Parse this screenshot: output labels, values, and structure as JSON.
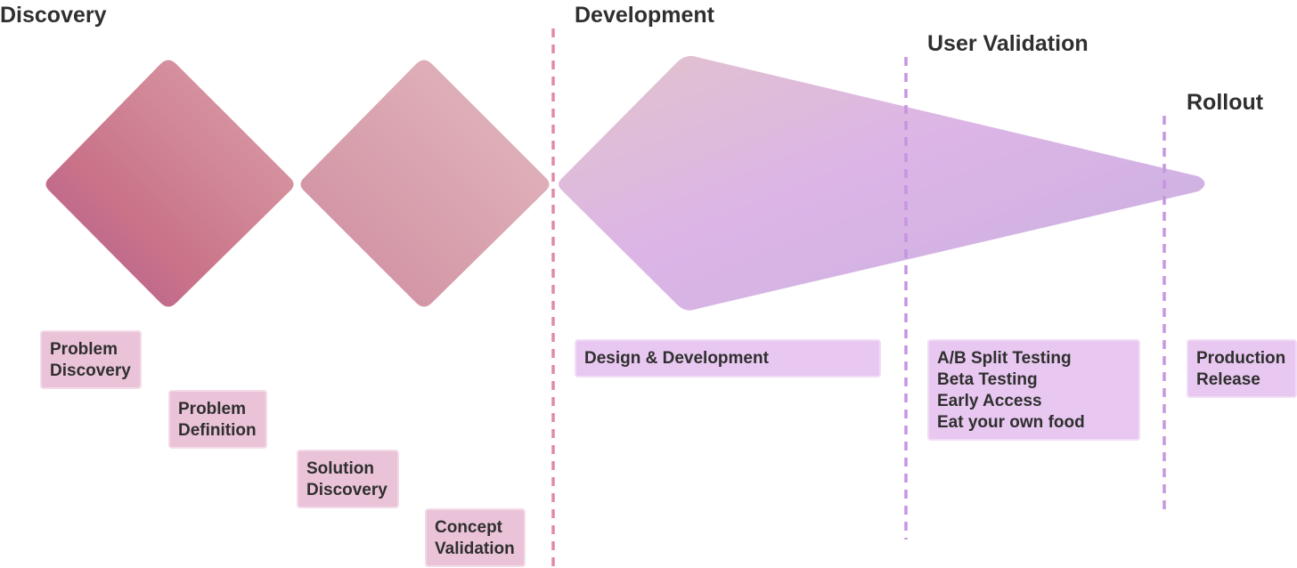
{
  "phases": {
    "discovery": "Discovery",
    "development": "Development",
    "user_validation": "User Validation",
    "rollout": "Rollout"
  },
  "discovery_steps": [
    {
      "lines": [
        "Problem",
        "Discovery"
      ]
    },
    {
      "lines": [
        "Problem",
        "Definition"
      ]
    },
    {
      "lines": [
        "Solution",
        "Discovery"
      ]
    },
    {
      "lines": [
        "Concept",
        "Validation"
      ]
    }
  ],
  "development_steps": [
    {
      "lines": [
        "Design & Development"
      ]
    }
  ],
  "validation_steps": [
    {
      "lines": [
        "A/B Split Testing",
        "Beta Testing",
        "Early Access",
        "Eat your own food"
      ]
    }
  ],
  "rollout_steps": [
    {
      "lines": [
        "Production",
        "Release"
      ]
    }
  ],
  "colors": {
    "diamond_dark": "#bc5f8a",
    "diamond_mid": "#d48c99",
    "diamond_light": "#e2bbc3",
    "funnel_purple": "#d8b4ea",
    "funnel_tip": "#c7b0e0",
    "divider_pink": "#e089a9",
    "divider_purple": "#c895e0",
    "box_pink": "#ebc3d9",
    "box_purple": "#e8c8f0"
  }
}
